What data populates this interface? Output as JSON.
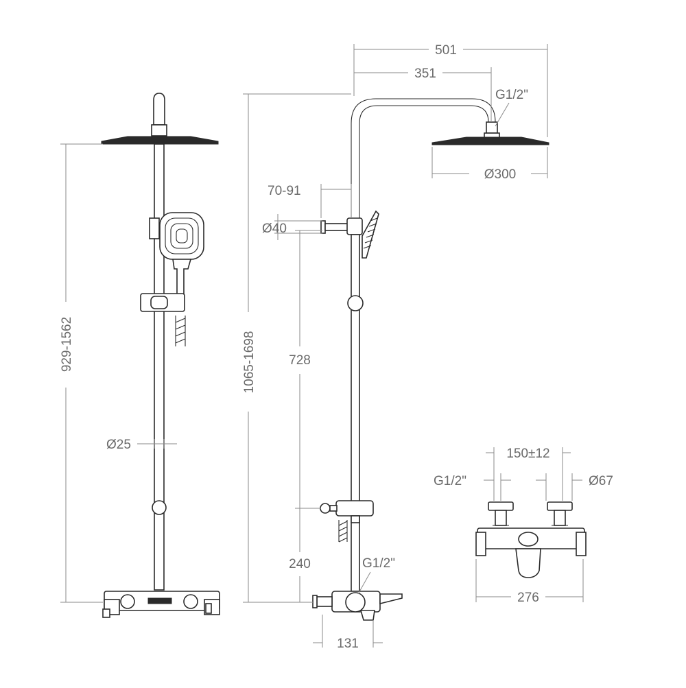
{
  "diagram": {
    "views": [
      "front-view",
      "side-view",
      "valve-detail"
    ],
    "stroke_color": "#2a2a2a",
    "dimension_color": "#8a8a8a",
    "text_color": "#6a6a6a"
  },
  "dimensions": {
    "front_height": "929-1562",
    "front_pipe_diameter": "Ø25",
    "side_height": "1065-1698",
    "arm_outer_width": "501",
    "arm_inner_width": "351",
    "head_thread": "G1/2\"",
    "head_diameter": "Ø300",
    "wall_offset": "70-91",
    "bracket_diameter": "Ø40",
    "slide_height": "728",
    "valve_to_slide": "240",
    "valve_thread": "G1/2\"",
    "spout_length": "131",
    "inlet_spacing": "150±12",
    "inlet_thread": "G1/2\"",
    "escutcheon_diameter": "Ø67",
    "valve_width": "276"
  }
}
